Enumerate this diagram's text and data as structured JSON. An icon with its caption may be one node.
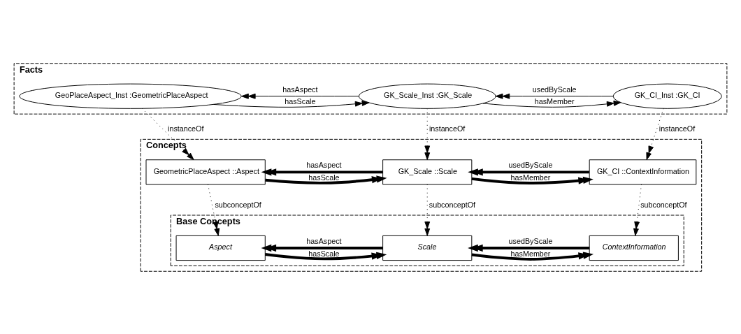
{
  "diagram": {
    "nodes": [
      {
        "text": [
          "Facts"
        ]
      },
      {
        "text": [
          "GeoPlaceAspect_Inst :GeometricPlaceAspect"
        ],
        "in": 0
      },
      {
        "text": [
          "GK_Scale_Inst :GK_Scale"
        ],
        "in": 0
      },
      {
        "text": [
          "GK_CI_Inst :GK_CI"
        ],
        "in": 0
      },
      {
        "text": [
          "Concepts"
        ]
      },
      {
        "text": [
          "GeometricPlaceAspect ::Aspect"
        ],
        "in": 4
      },
      {
        "text": [
          "GK_Scale ::Scale"
        ],
        "in": 4
      },
      {
        "text": [
          "GK_CI ::ContextInformation"
        ],
        "in": 4
      },
      {
        "text": [
          "Base Concepts"
        ],
        "in": 4
      },
      {
        "text": [
          "Aspect"
        ],
        "in": 8
      },
      {
        "text": [
          "Scale"
        ],
        "in": 8
      },
      {
        "text": [
          "ContextInformation"
        ],
        "in": 8
      }
    ],
    "edges": [
      {
        "from": 1,
        "to": 2,
        "arrow": "to",
        "label": "hasScale"
      },
      {
        "from": 2,
        "to": 1,
        "arrow": "to",
        "label": "hasAspect"
      },
      {
        "from": 2,
        "to": 3,
        "arrow": "to",
        "label": "hasMember"
      },
      {
        "from": 3,
        "to": 2,
        "arrow": "to",
        "label": "usedByScale"
      },
      {
        "from": 1,
        "to": 5,
        "arrow": "to",
        "label": "instanceOf",
        "style": "dashed"
      },
      {
        "from": 2,
        "to": 6,
        "arrow": "to",
        "label": "instanceOf",
        "style": "dashed"
      },
      {
        "from": 3,
        "to": 7,
        "arrow": "to",
        "label": "instanceOf",
        "style": "dashed"
      },
      {
        "from": 5,
        "to": 6,
        "arrow": "to",
        "label": "hasScale",
        "style": "thick"
      },
      {
        "from": 6,
        "to": 5,
        "arrow": "to",
        "label": "hasAspect",
        "style": "thick"
      },
      {
        "from": 6,
        "to": 7,
        "arrow": "to",
        "label": "hasMember",
        "style": "thick"
      },
      {
        "from": 7,
        "to": 6,
        "arrow": "to",
        "label": "usedByScale",
        "style": "thick"
      },
      {
        "from": 5,
        "to": 9,
        "arrow": "to",
        "label": "subconceptOf",
        "style": "dashed"
      },
      {
        "from": 6,
        "to": 10,
        "arrow": "to",
        "label": "subconceptOf",
        "style": "dashed"
      },
      {
        "from": 7,
        "to": 11,
        "arrow": "to",
        "label": "subconceptOf",
        "style": "dashed"
      },
      {
        "from": 9,
        "to": 10,
        "arrow": "to",
        "label": "hasScale",
        "style": "thick"
      },
      {
        "from": 10,
        "to": 9,
        "arrow": "to",
        "label": "hasAspect",
        "style": "thick"
      },
      {
        "from": 10,
        "to": 11,
        "arrow": "to",
        "label": "hasMember",
        "style": "thick"
      },
      {
        "from": 11,
        "to": 10,
        "arrow": "to",
        "label": "usedByScale",
        "style": "thick"
      }
    ]
  }
}
